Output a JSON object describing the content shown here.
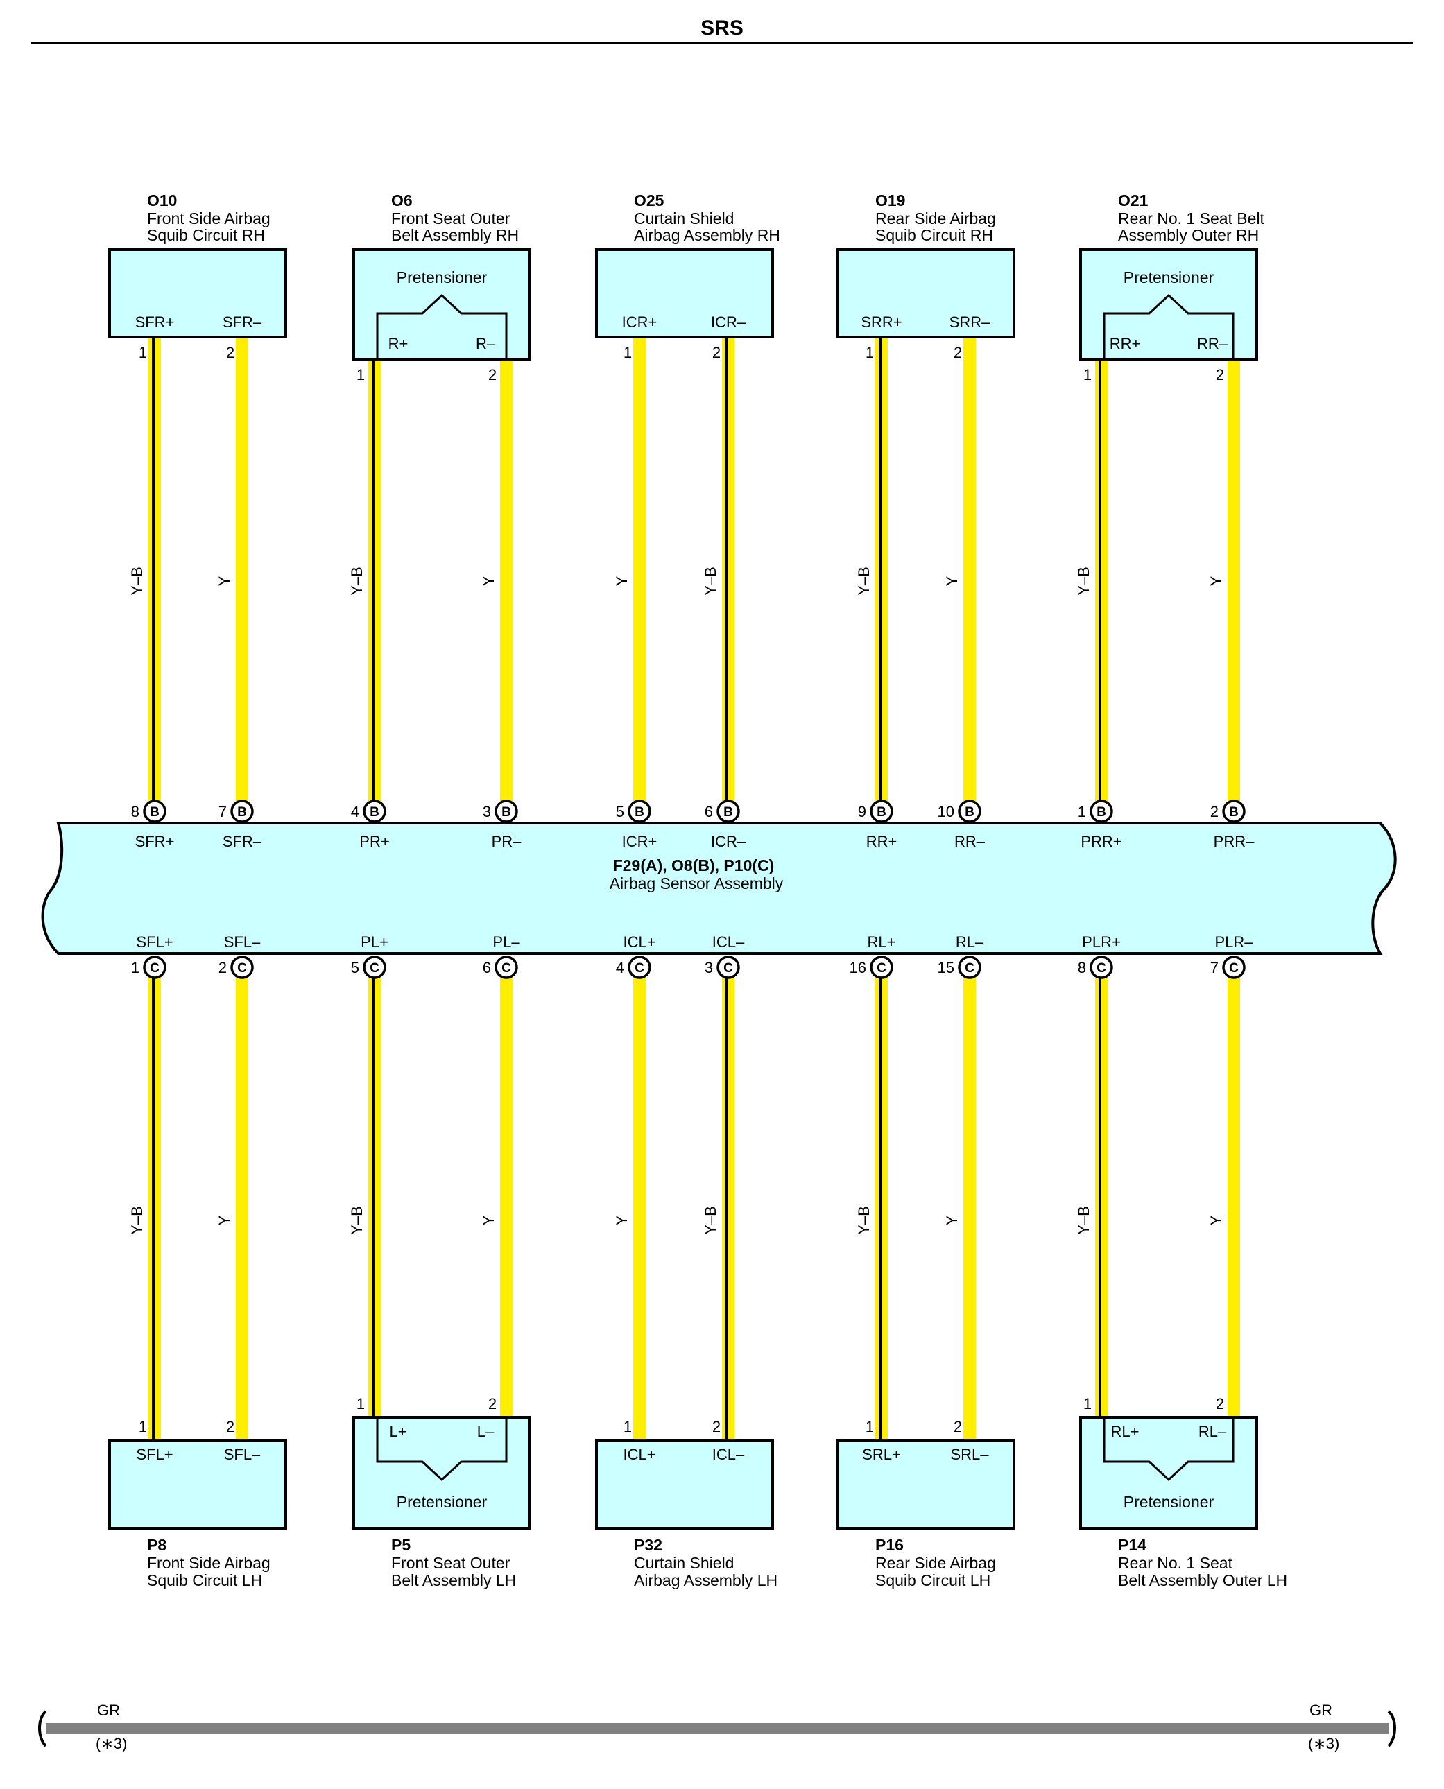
{
  "page": {
    "title": "SRS"
  },
  "ecu": {
    "codes": "F29(A), O8(B), P10(C)",
    "name": "Airbag Sensor Assembly",
    "top_terminals": [
      {
        "label": "SFR+",
        "num": "8",
        "conn": "B"
      },
      {
        "label": "SFR–",
        "num": "7",
        "conn": "B"
      },
      {
        "label": "PR+",
        "num": "4",
        "conn": "B"
      },
      {
        "label": "PR–",
        "num": "3",
        "conn": "B"
      },
      {
        "label": "ICR+",
        "num": "5",
        "conn": "B"
      },
      {
        "label": "ICR–",
        "num": "6",
        "conn": "B"
      },
      {
        "label": "RR+",
        "num": "9",
        "conn": "B"
      },
      {
        "label": "RR–",
        "num": "10",
        "conn": "B"
      },
      {
        "label": "PRR+",
        "num": "1",
        "conn": "B"
      },
      {
        "label": "PRR–",
        "num": "2",
        "conn": "B"
      }
    ],
    "bottom_terminals": [
      {
        "label": "SFL+",
        "num": "1",
        "conn": "C"
      },
      {
        "label": "SFL–",
        "num": "2",
        "conn": "C"
      },
      {
        "label": "PL+",
        "num": "5",
        "conn": "C"
      },
      {
        "label": "PL–",
        "num": "6",
        "conn": "C"
      },
      {
        "label": "ICL+",
        "num": "4",
        "conn": "C"
      },
      {
        "label": "ICL–",
        "num": "3",
        "conn": "C"
      },
      {
        "label": "RL+",
        "num": "16",
        "conn": "C"
      },
      {
        "label": "RL–",
        "num": "15",
        "conn": "C"
      },
      {
        "label": "PLR+",
        "num": "8",
        "conn": "C"
      },
      {
        "label": "PLR–",
        "num": "7",
        "conn": "C"
      }
    ]
  },
  "top_components": [
    {
      "code": "O10",
      "desc1": "Front Side Airbag",
      "desc2": "Squib Circuit RH",
      "pretensioner": false,
      "inner_label": "",
      "pins": [
        {
          "label": "SFR+",
          "num": "1"
        },
        {
          "label": "SFR–",
          "num": "2"
        }
      ]
    },
    {
      "code": "O6",
      "desc1": "Front Seat Outer",
      "desc2": "Belt Assembly RH",
      "pretensioner": true,
      "inner_label": "Pretensioner",
      "pins": [
        {
          "label": "R+",
          "num": "1"
        },
        {
          "label": "R–",
          "num": "2"
        }
      ]
    },
    {
      "code": "O25",
      "desc1": "Curtain Shield",
      "desc2": "Airbag Assembly RH",
      "pretensioner": false,
      "inner_label": "",
      "pins": [
        {
          "label": "ICR+",
          "num": "1"
        },
        {
          "label": "ICR–",
          "num": "2"
        }
      ]
    },
    {
      "code": "O19",
      "desc1": "Rear Side Airbag",
      "desc2": "Squib Circuit RH",
      "pretensioner": false,
      "inner_label": "",
      "pins": [
        {
          "label": "SRR+",
          "num": "1"
        },
        {
          "label": "SRR–",
          "num": "2"
        }
      ]
    },
    {
      "code": "O21",
      "desc1": "Rear No.  1 Seat Belt",
      "desc2": "Assembly Outer RH",
      "pretensioner": true,
      "inner_label": "Pretensioner",
      "pins": [
        {
          "label": "RR+",
          "num": "1"
        },
        {
          "label": "RR–",
          "num": "2"
        }
      ]
    }
  ],
  "bottom_components": [
    {
      "code": "P8",
      "desc1": "Front Side Airbag",
      "desc2": "Squib Circuit LH",
      "pretensioner": false,
      "inner_label": "",
      "pins": [
        {
          "label": "SFL+",
          "num": "1"
        },
        {
          "label": "SFL–",
          "num": "2"
        }
      ]
    },
    {
      "code": "P5",
      "desc1": "Front Seat Outer",
      "desc2": "Belt Assembly LH",
      "pretensioner": true,
      "inner_label": "Pretensioner",
      "pins": [
        {
          "label": "L+",
          "num": "1"
        },
        {
          "label": "L–",
          "num": "2"
        }
      ]
    },
    {
      "code": "P32",
      "desc1": "Curtain Shield",
      "desc2": "Airbag Assembly LH",
      "pretensioner": false,
      "inner_label": "",
      "pins": [
        {
          "label": "ICL+",
          "num": "1"
        },
        {
          "label": "ICL–",
          "num": "2"
        }
      ]
    },
    {
      "code": "P16",
      "desc1": "Rear Side Airbag",
      "desc2": "Squib Circuit LH",
      "pretensioner": false,
      "inner_label": "",
      "pins": [
        {
          "label": "SRL+",
          "num": "1"
        },
        {
          "label": "SRL–",
          "num": "2"
        }
      ]
    },
    {
      "code": "P14",
      "desc1": "Rear No.  1 Seat",
      "desc2": "Belt Assembly Outer LH",
      "pretensioner": true,
      "inner_label": "Pretensioner",
      "pins": [
        {
          "label": "RL+",
          "num": "1"
        },
        {
          "label": "RL–",
          "num": "2"
        }
      ]
    }
  ],
  "wires_top": [
    "Y–B",
    "Y",
    "Y–B",
    "Y",
    "Y",
    "Y–B",
    "Y–B",
    "Y",
    "Y–B",
    "Y"
  ],
  "wires_bottom": [
    "Y–B",
    "Y",
    "Y–B",
    "Y",
    "Y",
    "Y–B",
    "Y–B",
    "Y",
    "Y–B",
    "Y"
  ],
  "wire_colors": {
    "Y": "#ffee00",
    "B": "#000000"
  },
  "ground_wire": {
    "color_code": "GR",
    "note": "(∗3)",
    "color": "#808080"
  }
}
